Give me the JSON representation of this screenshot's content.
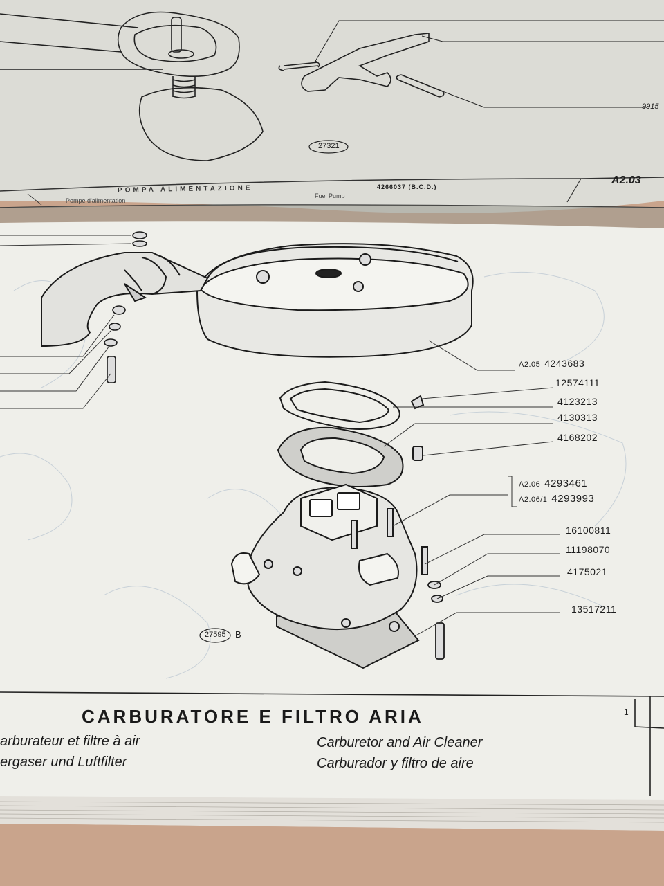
{
  "upper_page": {
    "figure_ref": "27321",
    "title": "POMPA ALIMENTAZIONE",
    "title_code": "4266037 (B.C.D.)",
    "sub_fr": "Pompe d'alimentation",
    "sub_en": "Fuel Pump",
    "section": "A2.03",
    "partial_part": "9915"
  },
  "lower_page": {
    "figure_ref": "27595",
    "figure_suffix": "B",
    "parts": [
      {
        "ref": "A2.05",
        "number": "4243683"
      },
      {
        "ref": "",
        "number": "12574111"
      },
      {
        "ref": "",
        "number": "4123213"
      },
      {
        "ref": "",
        "number": "4130313"
      },
      {
        "ref": "",
        "number": "4168202"
      },
      {
        "ref": "A2.06",
        "number": "4293461"
      },
      {
        "ref": "A2.06/1",
        "number": "4293993"
      },
      {
        "ref": "",
        "number": "16100811"
      },
      {
        "ref": "",
        "number": "11198070"
      },
      {
        "ref": "",
        "number": "4175021"
      },
      {
        "ref": "",
        "number": "13517211"
      }
    ],
    "title": "CARBURATORE E FILTRO ARIA",
    "page_number": "1",
    "sub_fr": "arburateur et filtre à air",
    "sub_de": "ergaser und Luftfilter",
    "sub_en": "Carburetor and Air Cleaner",
    "sub_es": "Carburador y filtro de aire"
  }
}
